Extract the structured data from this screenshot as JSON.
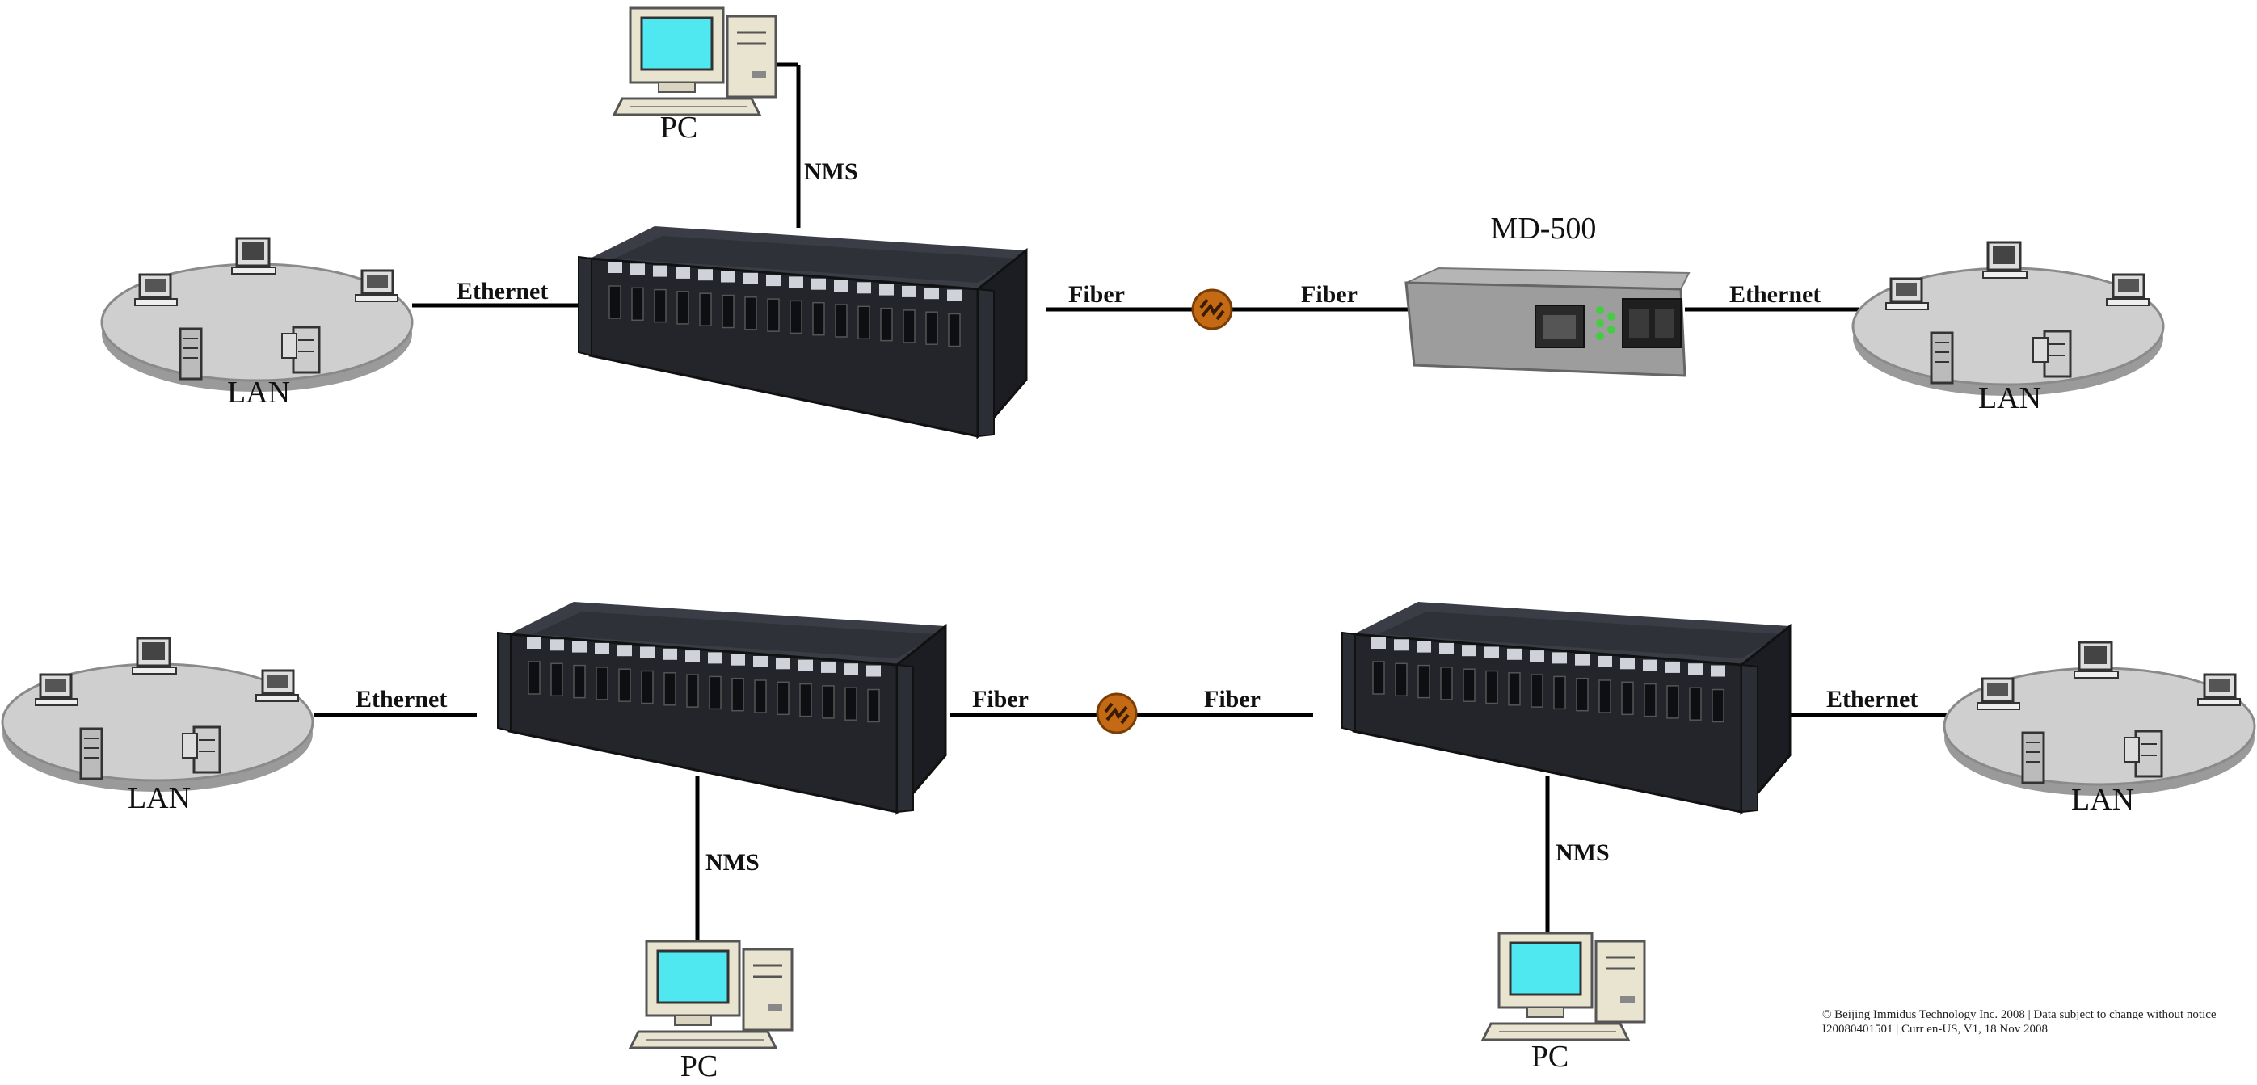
{
  "labels": {
    "pc": "PC",
    "lan": "LAN",
    "nms": "NMS",
    "ethernet": "Ethernet",
    "fiber": "Fiber",
    "md500": "MD-500"
  },
  "colors": {
    "lan_disc": "#c9c9c9",
    "chassis": "#2b2d33",
    "fiber_junction": "#c46a14",
    "pc_screen": "#4fe8f0",
    "pc_body": "#e8e4cf",
    "md500_body": "#9d9d9d"
  },
  "footer": {
    "line1": "© Beijing Immidus Technology Inc. 2008 | Data subject to change without notice",
    "line2": "I20080401501 | Curr en-US, V1, 18 Nov 2008"
  }
}
